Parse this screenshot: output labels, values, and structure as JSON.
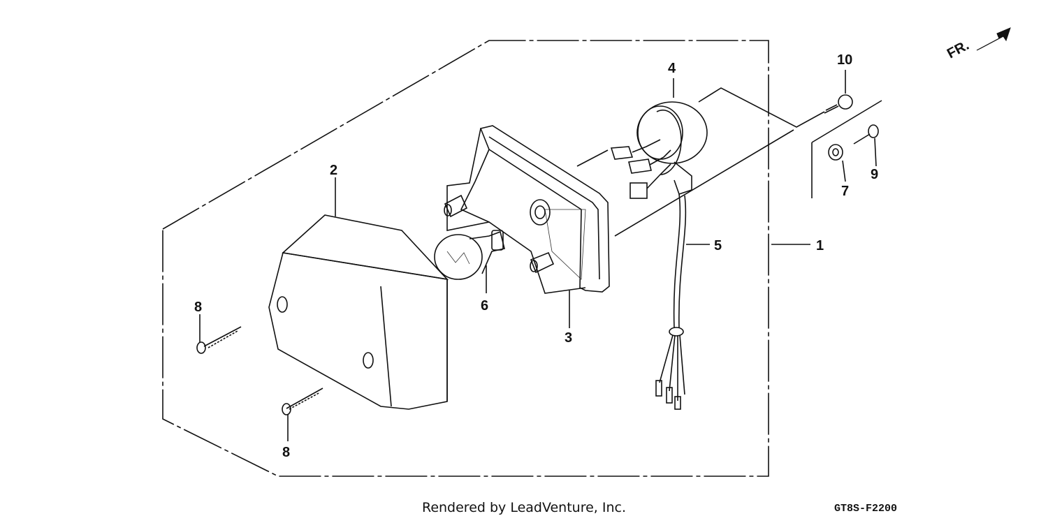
{
  "diagram": {
    "front_marker": "FR.",
    "callouts": {
      "c1": "1",
      "c2": "2",
      "c3": "3",
      "c4": "4",
      "c5": "5",
      "c6": "6",
      "c7": "7",
      "c8a": "8",
      "c8b": "8",
      "c9": "9",
      "c10": "10"
    }
  },
  "footer": {
    "credit": "Rendered by LeadVenture, Inc.",
    "code": "GT8S-F2200"
  }
}
